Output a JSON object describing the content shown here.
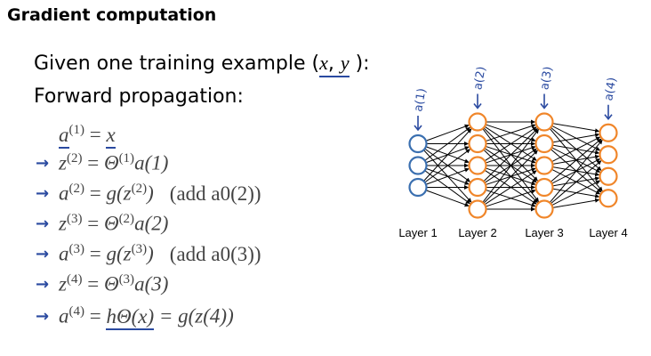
{
  "title": "Gradient computation",
  "given_prefix": "Given one training example (",
  "given_x": "x",
  "given_sep": ", ",
  "given_y": "y",
  "given_suffix": " ):",
  "forward": "Forward propagation:",
  "equations": [
    {
      "arrow": false,
      "lhs": "a",
      "lsup": "(1)",
      "eq": " = ",
      "rhs": "x",
      "rsup": "",
      "rhs_tail": "",
      "note": ""
    },
    {
      "arrow": true,
      "lhs": "z",
      "lsup": "(2)",
      "eq": " = ",
      "rhs": "Θ",
      "rsup": "(1)",
      "rhs_tail": "a(1)",
      "note": ""
    },
    {
      "arrow": true,
      "lhs": "a",
      "lsup": "(2)",
      "eq": " = ",
      "rhs": "g(z",
      "rsup": "(2)",
      "rhs_tail": ")",
      "note": "(add a0(2))"
    },
    {
      "arrow": true,
      "lhs": "z",
      "lsup": "(3)",
      "eq": " = ",
      "rhs": "Θ",
      "rsup": "(2)",
      "rhs_tail": "a(2)",
      "note": ""
    },
    {
      "arrow": true,
      "lhs": "a",
      "lsup": "(3)",
      "eq": " = ",
      "rhs": "g(z",
      "rsup": "(3)",
      "rhs_tail": ")",
      "note": "(add a0(3))"
    },
    {
      "arrow": true,
      "lhs": "z",
      "lsup": "(4)",
      "eq": " = ",
      "rhs": "Θ",
      "rsup": "(3)",
      "rhs_tail": "a(3)",
      "note": ""
    },
    {
      "arrow": true,
      "lhs": "a",
      "lsup": "(4)",
      "eq": " = ",
      "rhs": "hΘ(x)",
      "rsup": "",
      "rhs_tail": " = g(z(4))",
      "note": ""
    }
  ],
  "layer_labels": [
    "Layer 1",
    "Layer 2",
    "Layer 3",
    "Layer 4"
  ],
  "layer_sizes": [
    3,
    5,
    5,
    4
  ],
  "layer_annotations": [
    "a(1)",
    "a(2)",
    "a(3)",
    "a(4)"
  ],
  "colors": {
    "input_node": "#3a6fb0",
    "hidden_node": "#f0862a",
    "ink": "#2a4aa0"
  }
}
